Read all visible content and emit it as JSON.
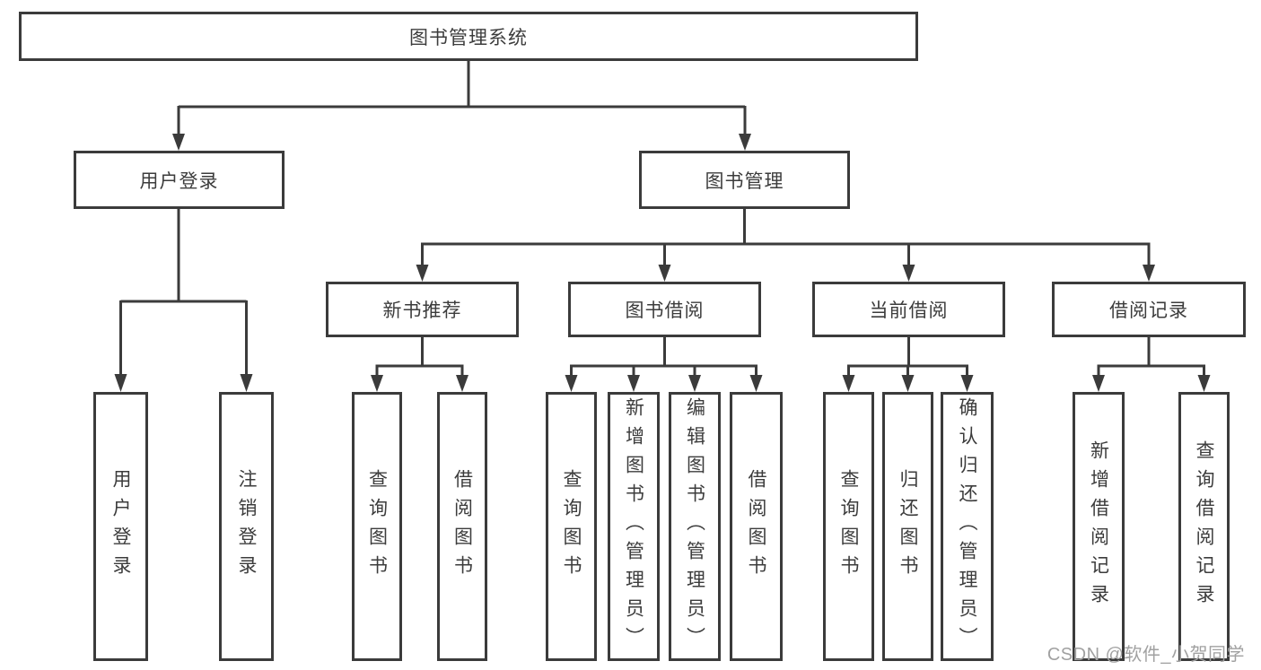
{
  "diagram_title": "图书管理系统",
  "tree": {
    "label": "图书管理系统",
    "children": [
      {
        "label": "用户登录",
        "children": [
          {
            "label": "用户登录"
          },
          {
            "label": "注销登录"
          }
        ]
      },
      {
        "label": "图书管理",
        "children": [
          {
            "label": "新书推荐",
            "children": [
              {
                "label": "查询图书"
              },
              {
                "label": "借阅图书"
              }
            ]
          },
          {
            "label": "图书借阅",
            "children": [
              {
                "label": "查询图书"
              },
              {
                "label": "新增图书（管理员）"
              },
              {
                "label": "编辑图书（管理员）"
              },
              {
                "label": "借阅图书"
              }
            ]
          },
          {
            "label": "当前借阅",
            "children": [
              {
                "label": "查询图书"
              },
              {
                "label": "归还图书"
              },
              {
                "label": "确认归还（管理员）"
              }
            ]
          },
          {
            "label": "借阅记录",
            "children": [
              {
                "label": "新增借阅记录"
              },
              {
                "label": "查询借阅记录"
              }
            ]
          }
        ]
      }
    ]
  },
  "watermark": {
    "text": "CSDN @软件_小贺同学"
  },
  "colors": {
    "line": "#3b3b3b",
    "box_border": "#3b3b3b",
    "text": "#3c3c3c",
    "watermark": "#a1a1a1",
    "background": "#ffffff"
  }
}
